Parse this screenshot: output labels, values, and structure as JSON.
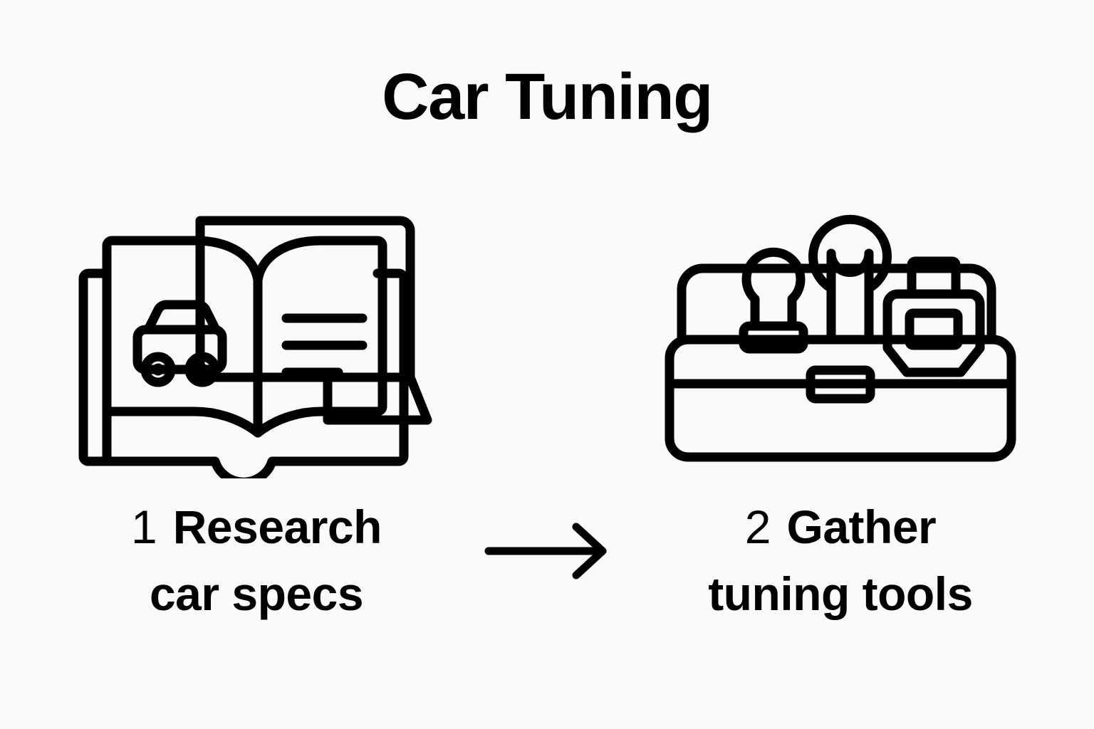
{
  "page": {
    "title": "Car Tuning",
    "background_color": "#fafafa",
    "ink_color": "#000000"
  },
  "arrow": {
    "icon": "arrow-right-icon",
    "direction": "right"
  },
  "steps": [
    {
      "number": "1",
      "line1": "Research",
      "line2": "car specs",
      "icon": "book-with-car-and-laptop-icon",
      "icon_parts": [
        "laptop-screen",
        "laptop-base",
        "book-cover",
        "book-left-page",
        "book-right-page",
        "car-illustration",
        "text-line-1",
        "text-line-2",
        "text-line-3"
      ]
    },
    {
      "number": "2",
      "line1": "Gather",
      "line2": "tuning tools",
      "icon": "toolbox-with-tools-icon",
      "icon_parts": [
        "toolbox-back-panel",
        "toolbox-body",
        "toolbox-lid-line",
        "toolbox-latch",
        "screwdriver-tool",
        "wrench-tool",
        "plug-connector-tool"
      ]
    }
  ]
}
